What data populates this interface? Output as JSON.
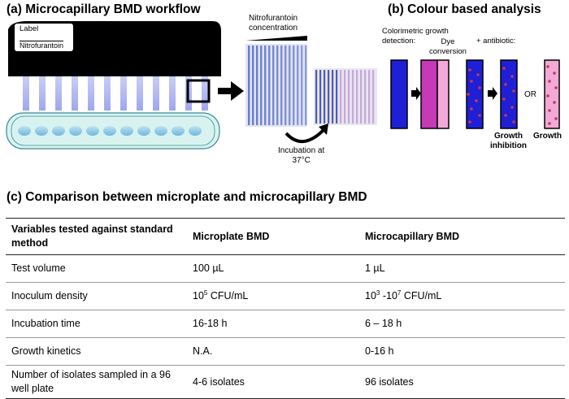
{
  "panel_a": {
    "title": "(a) Microcapillary BMD workflow",
    "label_text": "Label",
    "drug_text": "Nitrofurantoin",
    "conc_label": "Nitrofurantoin\nconcentration",
    "incubation": "Incubation at\n37°C"
  },
  "panel_b": {
    "title": "(b) Colour based analysis",
    "detection_label": "Colorimetric growth\ndetection:",
    "dye_label": "Dye\nconversion",
    "antibiotic_label": "+ antibiotic:",
    "or_label": "OR",
    "inhibition_label": "Growth\ninhibition",
    "growth_label": "Growth",
    "colors": {
      "blue": "#1f1fd6",
      "magenta": "#c43ab7",
      "pink": "#f2a9d8",
      "dot": "#c43a50"
    }
  },
  "panel_c": {
    "title": "(c) Comparison between microplate and microcapillary BMD",
    "headers": [
      "Variables tested against standard method",
      "Microplate BMD",
      "Microcapillary BMD"
    ],
    "rows": [
      {
        "variable": "Test volume",
        "microplate": "100 µL",
        "microcapillary": "1 µL"
      },
      {
        "variable": "Inoculum density",
        "microplate": "10",
        "microplate_sup": "5",
        "microplate_unit": " CFU/mL",
        "microcapillary": "10",
        "microcapillary_sup": "3",
        "microcapillary_mid": " -10",
        "microcapillary_sup2": "7",
        "microcapillary_unit": " CFU/mL"
      },
      {
        "variable": "Incubation time",
        "microplate": "16-18 h",
        "microcapillary": "6 – 18 h"
      },
      {
        "variable": "Growth kinetics",
        "microplate": "N.A.",
        "microcapillary": "0-16 h"
      },
      {
        "variable": "Number of isolates sampled in a 96 well plate",
        "microplate": "4-6 isolates",
        "microcapillary": "96 isolates"
      }
    ]
  }
}
